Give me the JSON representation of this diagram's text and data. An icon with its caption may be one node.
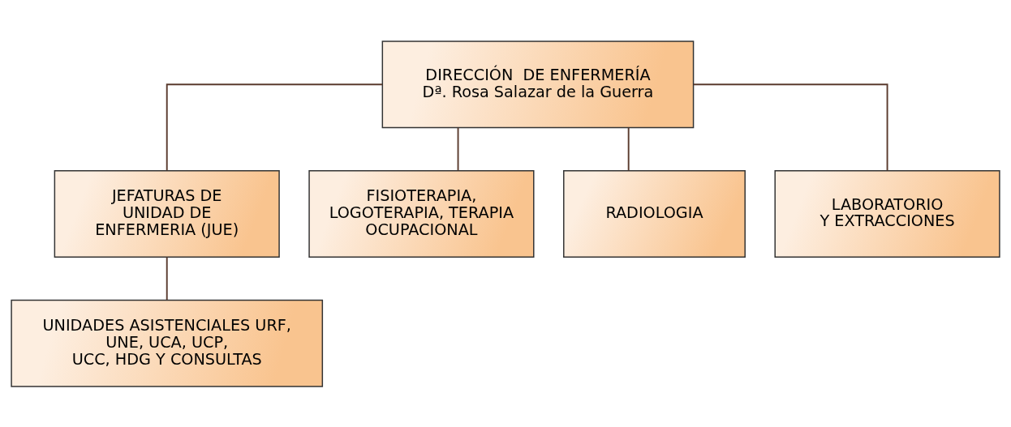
{
  "diagram": {
    "nodes": [
      {
        "text": [
          "DIRECCIÓN  DE ENFERMERÍA",
          "Dª. Rosa Salazar de la Guerra"
        ]
      },
      {
        "text": [
          "JEFATURAS DE UNIDAD DE ENFERMERIA (JUE)"
        ]
      },
      {
        "text": [
          "FISIOTERAPIA, LOGOTERAPIA, TERAPIA OCUPACIONAL"
        ]
      },
      {
        "text": [
          "RADIOLOGIA"
        ]
      },
      {
        "text": [
          "LABORATORIO Y EXTRACCIONES"
        ]
      },
      {
        "text": [
          "UNIDADES ASISTENCIALES URF, UNE, UCA, UCP, UCC, HDG Y CONSULTAS"
        ]
      }
    ],
    "edges": [
      {
        "from": 0,
        "to": 1,
        "arrow": "none"
      },
      {
        "from": 0,
        "to": 2,
        "arrow": "none"
      },
      {
        "from": 0,
        "to": 3,
        "arrow": "none"
      },
      {
        "from": 0,
        "to": 4,
        "arrow": "none"
      },
      {
        "from": 1,
        "to": 5,
        "arrow": "none"
      }
    ]
  }
}
